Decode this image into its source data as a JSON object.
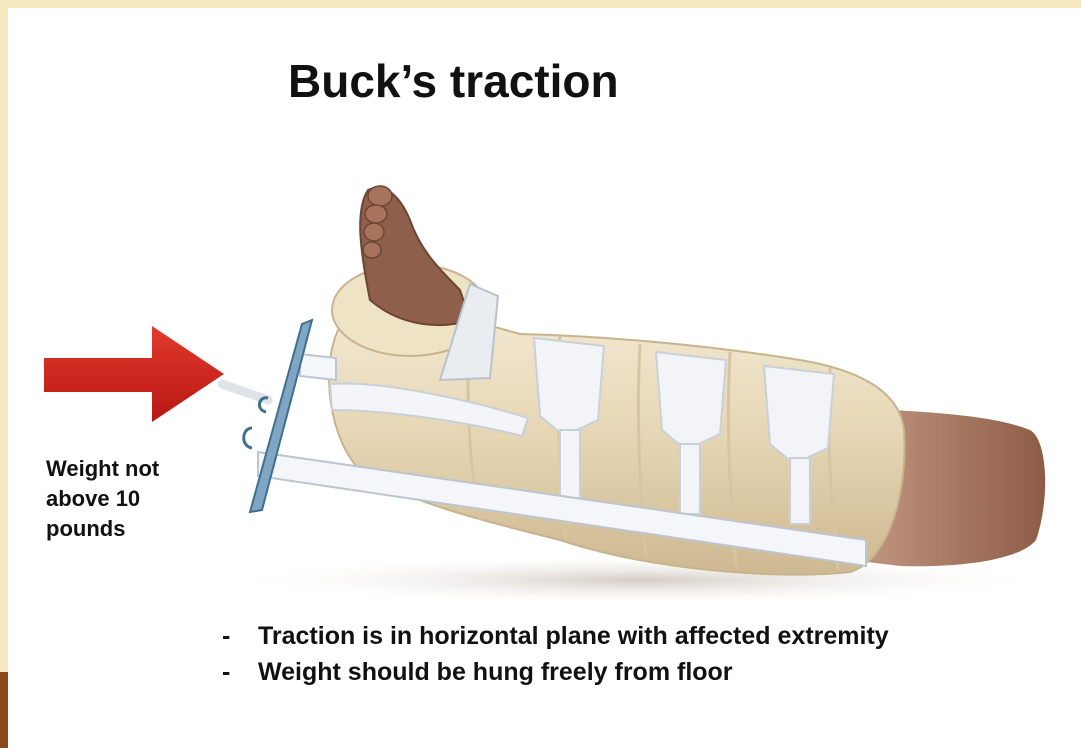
{
  "title": "Buck’s traction",
  "weight_note": "Weight not\nabove 10\npounds",
  "bullets": [
    {
      "marker": "-",
      "text": "Traction is in horizontal plane with affected extremity"
    },
    {
      "marker": "-",
      "text": "Weight should be hung freely from floor"
    }
  ],
  "colors": {
    "frame": "#f6e9bf",
    "arrow": "#d7241f",
    "skin": "#9a6a52",
    "bandage": "#eadcbc",
    "strap": "#f2f4f7",
    "spreader": "#5b8fb0"
  }
}
